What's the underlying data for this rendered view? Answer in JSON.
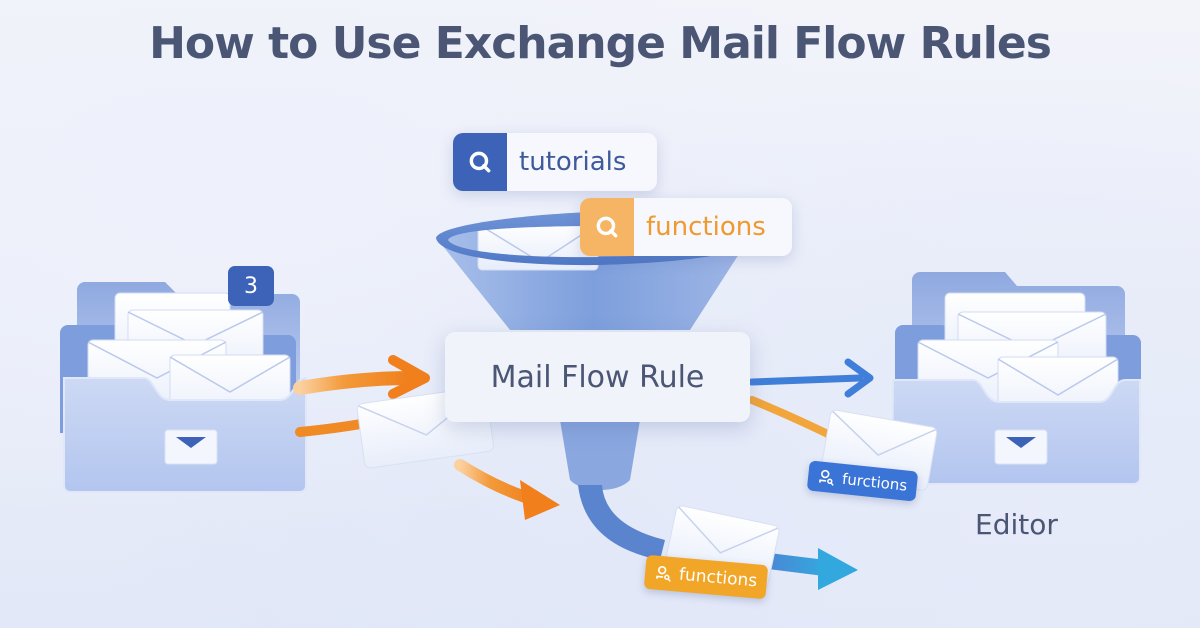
{
  "title": "How to Use Exchange Mail Flow Rules",
  "search_pills": [
    {
      "icon": "search-icon",
      "label": "tutorials",
      "color": "#3d63b8"
    },
    {
      "icon": "search-icon",
      "label": "functions",
      "color": "#f5b565"
    }
  ],
  "rule_box": {
    "label": "Mail Flow Rule"
  },
  "inbox_folder": {
    "badge_count": "3"
  },
  "output_folder": {
    "label": "Editor"
  },
  "tags": [
    {
      "icon": "user-search-icon",
      "label": "furctions",
      "color": "#3a74d6"
    },
    {
      "icon": "user-search-icon",
      "label": "functions",
      "color": "#f2a628"
    }
  ],
  "colors": {
    "title": "#4a5674",
    "accent_blue": "#3d63b8",
    "accent_orange": "#f08a24",
    "arrow_blue": "#3f7fd9",
    "arrow_cyan": "#35a4dc",
    "funnel": "#6e94d6"
  }
}
